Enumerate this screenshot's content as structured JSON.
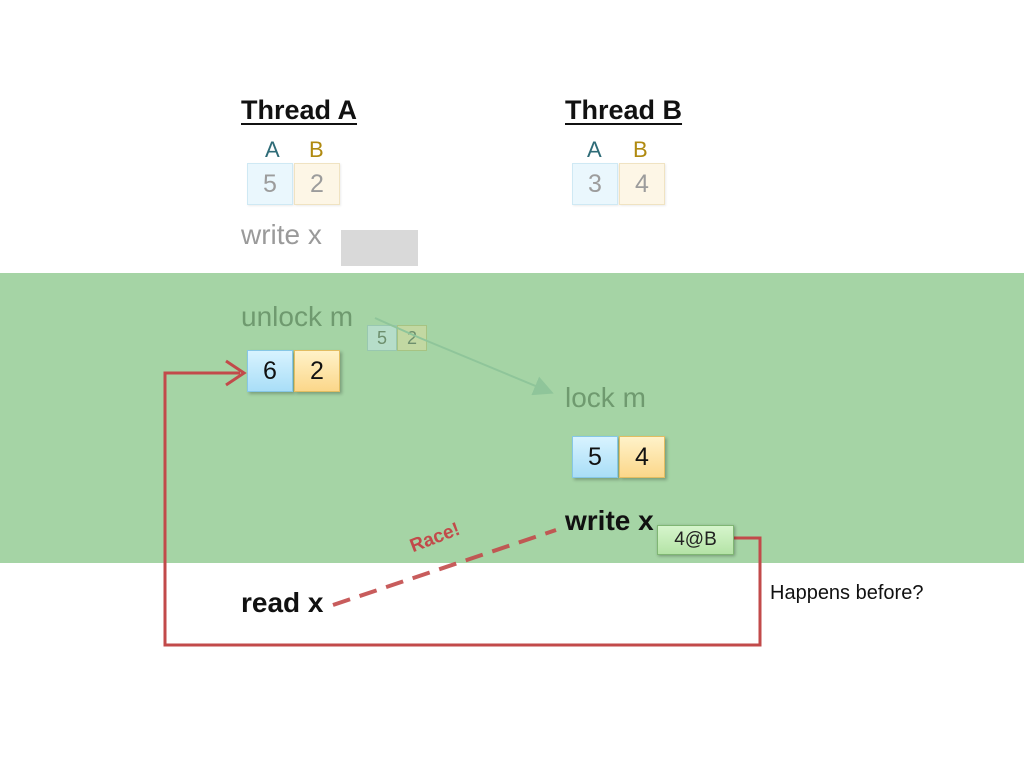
{
  "thread_a": {
    "title": "Thread A",
    "header_a": "A",
    "header_b": "B",
    "initial_clock": {
      "a": "5",
      "b": "2"
    },
    "op_write": "write  x",
    "op_unlock": "unlock m",
    "released_clock": {
      "a": "5",
      "b": "2"
    },
    "after_unlock_clock": {
      "a": "6",
      "b": "2"
    },
    "op_read": "read x"
  },
  "thread_b": {
    "title": "Thread B",
    "header_a": "A",
    "header_b": "B",
    "initial_clock": {
      "a": "3",
      "b": "4"
    },
    "op_lock": "lock m",
    "after_lock_clock": {
      "a": "5",
      "b": "4"
    },
    "op_write": "write x",
    "write_tag": "4@B"
  },
  "annotations": {
    "race_label": "Race!",
    "question": "Happens before?"
  },
  "colors": {
    "critical_section_band": "#a5d4a5",
    "thread_a_clock": "#a9def7",
    "thread_b_clock": "#fbd78a",
    "happens_before_arrow": "#c24a4a"
  }
}
